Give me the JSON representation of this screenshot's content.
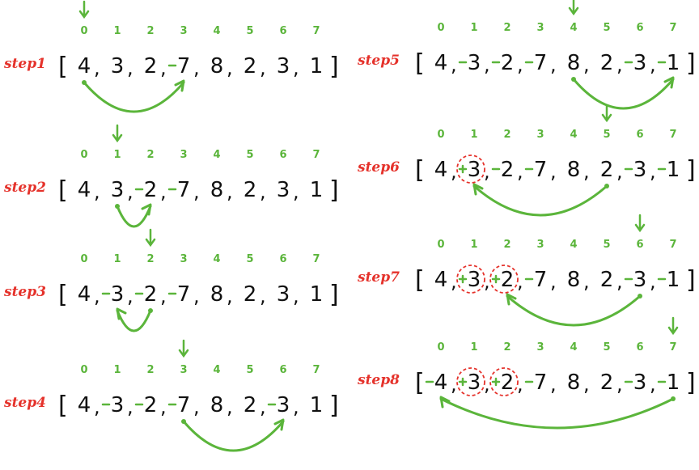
{
  "colors": {
    "label": "#e5322b",
    "accent": "#5bb53b",
    "ink": "#111111",
    "circle": "#e5322b"
  },
  "indices": [
    "0",
    "1",
    "2",
    "3",
    "4",
    "5",
    "6",
    "7"
  ],
  "steps": [
    {
      "label": "step1",
      "values": [
        "4",
        "3",
        "2",
        "7",
        "8",
        "2",
        "3",
        "1"
      ],
      "neg": [
        3
      ],
      "plus": [],
      "circled": [],
      "pointer": 0,
      "arc": [
        0,
        3
      ],
      "arcSide": "below"
    },
    {
      "label": "step2",
      "values": [
        "4",
        "3",
        "2",
        "7",
        "8",
        "2",
        "3",
        "1"
      ],
      "neg": [
        2,
        3
      ],
      "plus": [],
      "circled": [],
      "pointer": 1,
      "arc": [
        1,
        2
      ],
      "arcSide": "below"
    },
    {
      "label": "step3",
      "values": [
        "4",
        "3",
        "2",
        "7",
        "8",
        "2",
        "3",
        "1"
      ],
      "neg": [
        1,
        2,
        3
      ],
      "plus": [],
      "circled": [],
      "pointer": 2,
      "arc": [
        2,
        1
      ],
      "arcSide": "below"
    },
    {
      "label": "step4",
      "values": [
        "4",
        "3",
        "2",
        "7",
        "8",
        "2",
        "3",
        "1"
      ],
      "neg": [
        1,
        2,
        3,
        6
      ],
      "plus": [],
      "circled": [],
      "pointer": 3,
      "arc": [
        3,
        6
      ],
      "arcSide": "below"
    },
    {
      "label": "step5",
      "values": [
        "4",
        "3",
        "2",
        "7",
        "8",
        "2",
        "3",
        "1"
      ],
      "neg": [
        1,
        2,
        3,
        6,
        7
      ],
      "plus": [],
      "circled": [],
      "pointer": 4,
      "arc": [
        4,
        7
      ],
      "arcSide": "below"
    },
    {
      "label": "step6",
      "values": [
        "4",
        "3",
        "2",
        "7",
        "8",
        "2",
        "3",
        "1"
      ],
      "neg": [
        2,
        3,
        6,
        7
      ],
      "plus": [
        1
      ],
      "circled": [
        1
      ],
      "pointer": 5,
      "arc": [
        5,
        1
      ],
      "arcSide": "below"
    },
    {
      "label": "step7",
      "values": [
        "4",
        "3",
        "2",
        "7",
        "8",
        "2",
        "3",
        "1"
      ],
      "neg": [
        3,
        6,
        7
      ],
      "plus": [
        1,
        2
      ],
      "circled": [
        1,
        2
      ],
      "pointer": 6,
      "arc": [
        6,
        2
      ],
      "arcSide": "below"
    },
    {
      "label": "step8",
      "values": [
        "4",
        "3",
        "2",
        "7",
        "8",
        "2",
        "3",
        "1"
      ],
      "neg": [
        0,
        3,
        6,
        7
      ],
      "plus": [
        1,
        2
      ],
      "circled": [
        1,
        2
      ],
      "pointer": 7,
      "arc": [
        7,
        0
      ],
      "arcSide": "below"
    }
  ]
}
